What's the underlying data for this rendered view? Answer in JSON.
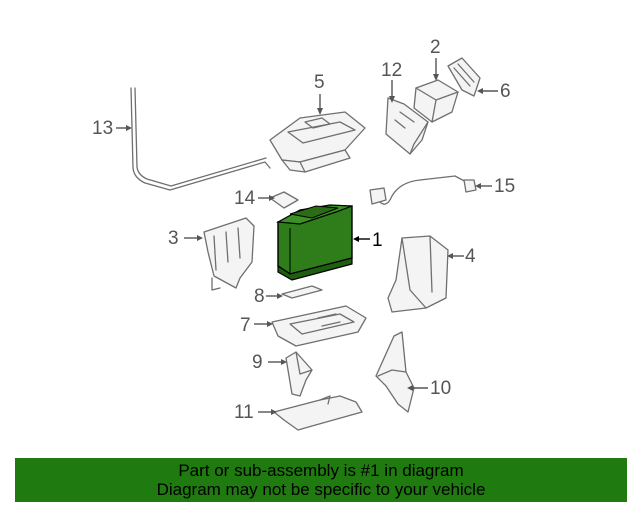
{
  "diagram": {
    "callouts": {
      "c1": "1",
      "c2": "2",
      "c3": "3",
      "c4": "4",
      "c5": "5",
      "c6": "6",
      "c7": "7",
      "c8": "8",
      "c9": "9",
      "c10": "10",
      "c11": "11",
      "c12": "12",
      "c13": "13",
      "c14": "14",
      "c15": "15"
    },
    "highlight_color": "#2e7d1a",
    "line_color": "#6f6f6f"
  },
  "footer": {
    "line1": "Part or sub-assembly is #1 in diagram",
    "line2": "Diagram may not be specific to your vehicle",
    "background": "#1f7a10"
  }
}
